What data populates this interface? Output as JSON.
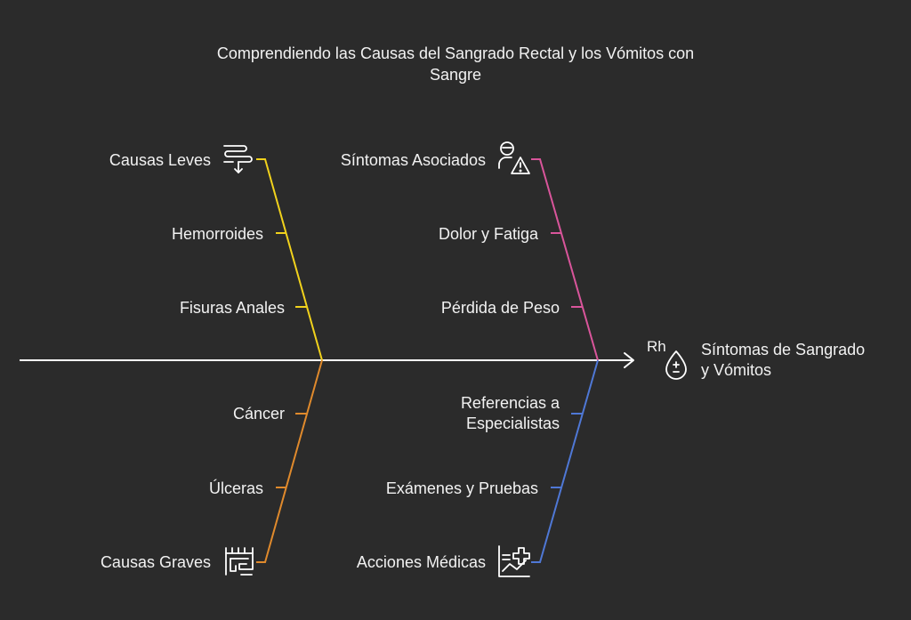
{
  "title": {
    "line1": "Comprendiendo las Causas del Sangrado Rectal y los Vómitos con",
    "line2": "Sangre"
  },
  "head": {
    "symbol": "Rh",
    "line1": "Síntomas de Sangrado",
    "line2": "y Vómitos"
  },
  "branches": {
    "causas_leves": {
      "title": "Causas Leves",
      "items": [
        "Hemorroides",
        "Fisuras Anales"
      ],
      "color": "#f1d21c",
      "icon": "digestive-flow-icon"
    },
    "sintomas_asociados": {
      "title": "Síntomas Asociados",
      "items": [
        "Dolor y Fatiga",
        "Pérdida de Peso"
      ],
      "color": "#d9559b",
      "icon": "person-warning-icon"
    },
    "causas_graves": {
      "title": "Causas Graves",
      "items": [
        "Cáncer",
        "Úlceras"
      ],
      "color": "#e08a2c",
      "icon": "stomach-organ-icon"
    },
    "acciones_medicas": {
      "title": "Acciones Médicas",
      "items": [
        "Referencias a Especialistas",
        "Exámenes y Pruebas"
      ],
      "items_display": [
        [
          "Referencias a",
          "Especialistas"
        ],
        [
          "Exámenes y Pruebas"
        ]
      ],
      "color": "#4f78d6",
      "icon": "medical-chart-icon"
    }
  },
  "colors": {
    "background": "#2b2b2b",
    "spine": "#ffffff",
    "text": "#f2f2f2"
  }
}
